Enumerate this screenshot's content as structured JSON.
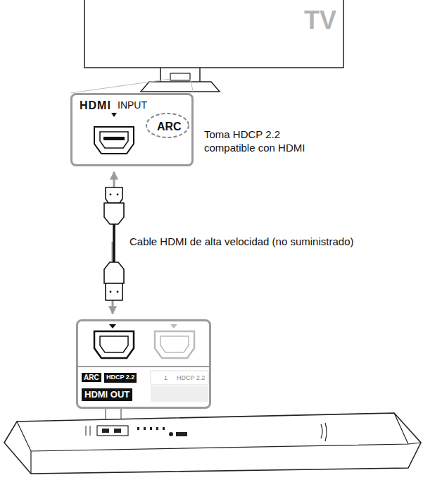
{
  "diagram": {
    "nodes": [
      {
        "text": [
          "HDMI",
          "INPUT",
          "ARC"
        ]
      },
      {
        "text": [
          "ARC",
          "HDCP 2.2",
          "HDMI OUT",
          "1",
          "HDCP 2.2"
        ]
      }
    ],
    "edges": [
      {
        "from": 1,
        "to": 0,
        "arrow": "both",
        "label": "Cable HDMI de alta velocidad (no suministrado)"
      }
    ],
    "labels": [
      "TV",
      "Toma HDCP 2.2 compatible con HDMI"
    ]
  }
}
